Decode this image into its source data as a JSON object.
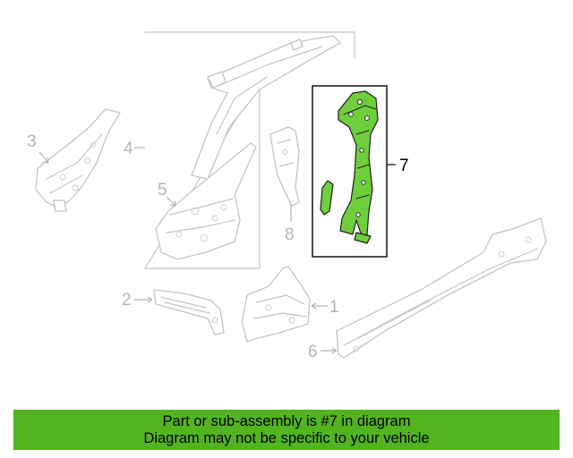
{
  "diagram": {
    "callouts": [
      "1",
      "2",
      "3",
      "4",
      "5",
      "6",
      "7",
      "8"
    ],
    "highlighted_part": "7",
    "colors": {
      "highlight": "#6fce3c",
      "banner": "#52b41f",
      "line_art": "#c4c4c4"
    }
  },
  "banner": {
    "line1": "Part or sub-assembly is #7 in diagram",
    "line2": "Diagram may not be specific to your vehicle"
  }
}
